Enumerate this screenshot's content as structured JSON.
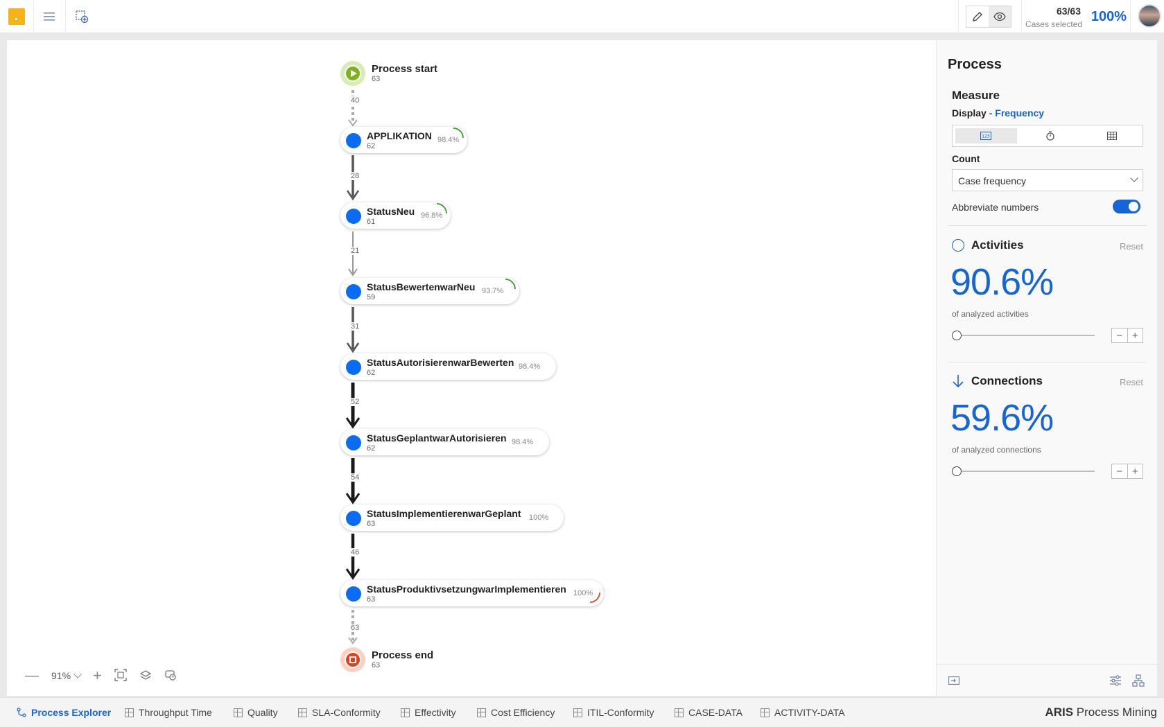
{
  "topbar": {
    "cases_count": "63/63",
    "cases_label": "Cases selected",
    "cases_percent": "100%"
  },
  "process_map": {
    "start": {
      "label": "Process start",
      "count": "63"
    },
    "end": {
      "label": "Process end",
      "count": "63"
    },
    "activities": [
      {
        "name": "APPLIKATION",
        "count": "62",
        "percent": "98.4%"
      },
      {
        "name": "StatusNeu",
        "count": "61",
        "percent": "96.8%"
      },
      {
        "name": "StatusBewertenwarNeu",
        "count": "59",
        "percent": "93.7%"
      },
      {
        "name": "StatusAutorisierenwarBewerten",
        "count": "62",
        "percent": "98.4%"
      },
      {
        "name": "StatusGeplantwarAutorisieren",
        "count": "62",
        "percent": "98.4%"
      },
      {
        "name": "StatusImplementierenwarGeplant",
        "count": "63",
        "percent": "100%"
      },
      {
        "name": "StatusProduktivsetzungwarImplementieren",
        "count": "63",
        "percent": "100%"
      }
    ],
    "edges": [
      "40",
      "28",
      "21",
      "31",
      "52",
      "54",
      "46",
      "63"
    ]
  },
  "zoom": {
    "value": "91%"
  },
  "panel": {
    "title": "Process",
    "measure": "Measure",
    "display_label": "Display",
    "display_sep": " - ",
    "display_value": "Frequency",
    "count_label": "Count",
    "count_value": "Case frequency",
    "abbreviate_label": "Abbreviate numbers",
    "abbreviate_on": true,
    "activities": {
      "title": "Activities",
      "reset": "Reset",
      "percent": "90.6%",
      "caption": "of analyzed activities"
    },
    "connections": {
      "title": "Connections",
      "reset": "Reset",
      "percent": "59.6%",
      "caption": "of analyzed connections"
    }
  },
  "bottom_tabs": [
    {
      "label": "Process Explorer",
      "active": true
    },
    {
      "label": "Throughput Time"
    },
    {
      "label": "Quality"
    },
    {
      "label": "SLA-Conformity"
    },
    {
      "label": "Effectivity"
    },
    {
      "label": "Cost Efficiency"
    },
    {
      "label": "ITIL-Conformity"
    },
    {
      "label": "CASE-DATA"
    },
    {
      "label": "ACTIVITY-DATA"
    }
  ],
  "brand": {
    "bold": "ARIS",
    "rest": " Process Mining"
  },
  "colors": {
    "accent": "#1565d8",
    "activity": "#0a6cf5",
    "start": "#7db21f",
    "end": "#e2421b",
    "logo": "#f6b21a"
  }
}
